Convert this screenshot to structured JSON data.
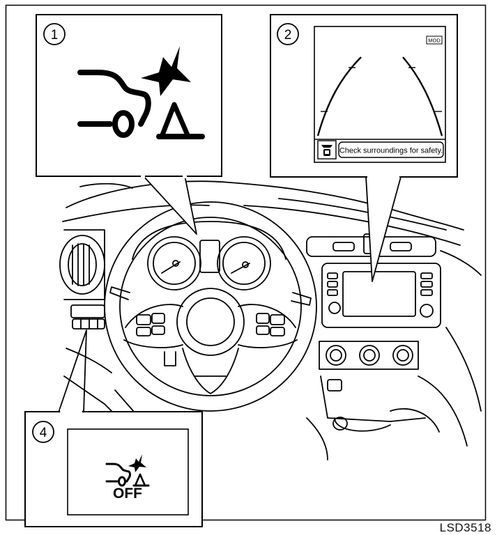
{
  "callouts": {
    "one": "1",
    "two": "2",
    "four": "4"
  },
  "monitor": {
    "mode_badge": "MOD",
    "message": "Check surroundings for safety."
  },
  "switch_icon": {
    "off_text": "OFF"
  },
  "figure_code": "LSD3518",
  "colors": {
    "line": "#000000",
    "background": "#ffffff"
  }
}
